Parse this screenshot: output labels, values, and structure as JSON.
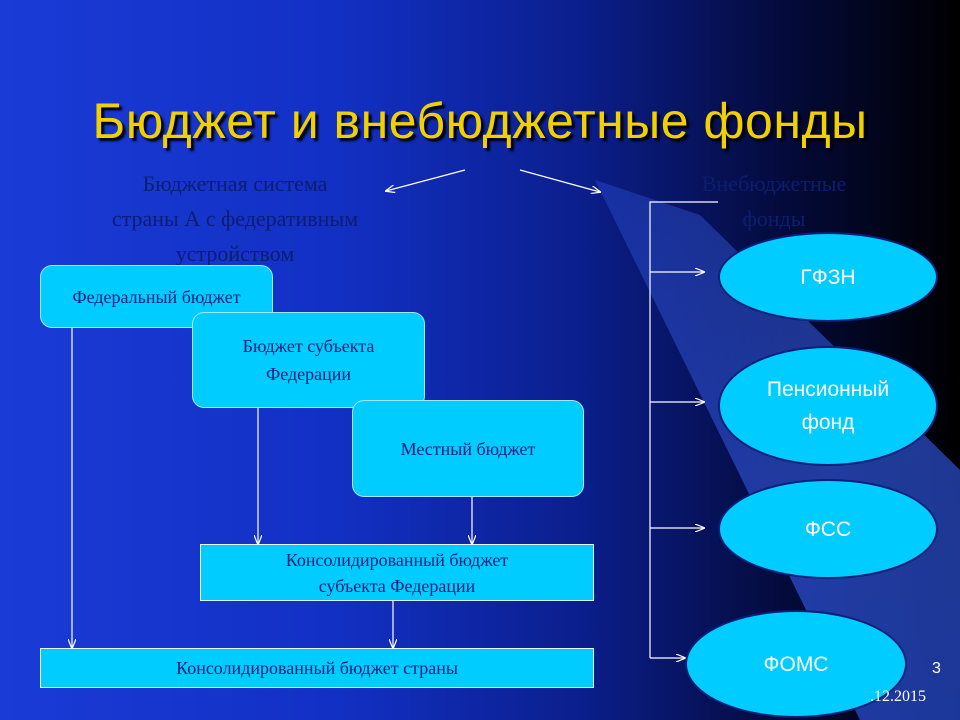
{
  "colors": {
    "title": "#f0d000",
    "caption": "#0c1e70",
    "box_fill": "#00ccff",
    "box_text": "#0a1f7a",
    "oval_text": "#ffffff",
    "arrow": "#ffffff"
  },
  "title": "Бюджет и внебюджетные фонды",
  "left_caption": {
    "line1": "Бюджетная система",
    "line2": "страны  А с федеративным",
    "line3": "устройством"
  },
  "right_caption": {
    "line1": "Внебюджетные",
    "line2": "фонды"
  },
  "budget_boxes": {
    "federal": "Федеральный бюджет",
    "subject_line1": "Бюджет субъекта",
    "subject_line2": "Федерации",
    "local": "Местный бюджет",
    "consolidated_subject_line1": "Консолидированный бюджет",
    "consolidated_subject_line2": "субъекта Федерации",
    "consolidated_country": "Консолидированный бюджет страны"
  },
  "funds": [
    {
      "label": "ГФЗН"
    },
    {
      "label": "Пенсионный\nфонд"
    },
    {
      "label": "ФСС"
    },
    {
      "label": "ФОМС"
    }
  ],
  "footer": {
    "slide_number": "3",
    "date": ".12.2015"
  }
}
